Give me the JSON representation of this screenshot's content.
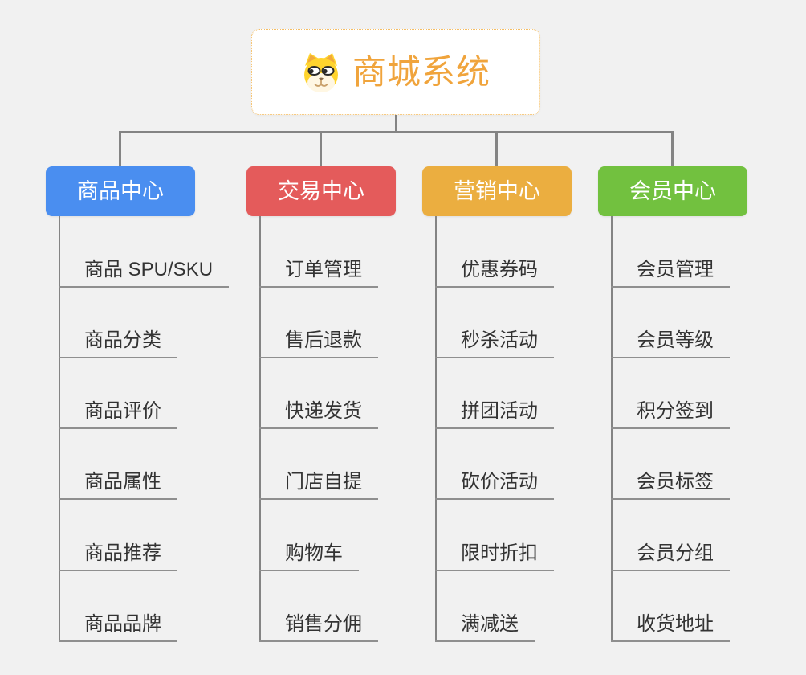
{
  "root": {
    "title": "商城系统",
    "icon": "dog-face-icon"
  },
  "branches": [
    {
      "label": "商品中心",
      "color": "#4a8ef0",
      "children": [
        "商品 SPU/SKU",
        "商品分类",
        "商品评价",
        "商品属性",
        "商品推荐",
        "商品品牌"
      ]
    },
    {
      "label": "交易中心",
      "color": "#e45b5b",
      "children": [
        "订单管理",
        "售后退款",
        "快递发货",
        "门店自提",
        "购物车",
        "销售分佣"
      ]
    },
    {
      "label": "营销中心",
      "color": "#ebae40",
      "children": [
        "优惠券码",
        "秒杀活动",
        "拼团活动",
        "砍价活动",
        "限时折扣",
        "满减送"
      ]
    },
    {
      "label": "会员中心",
      "color": "#72c13f",
      "children": [
        "会员管理",
        "会员等级",
        "积分签到",
        "会员标签",
        "会员分组",
        "收货地址"
      ]
    }
  ],
  "colors": {
    "background": "#f1f1f1",
    "connector": "#848484",
    "underline": "#8f8f8f",
    "child_text": "#333333",
    "root_text": "#f0a43c",
    "root_border": "#f5bd62"
  }
}
